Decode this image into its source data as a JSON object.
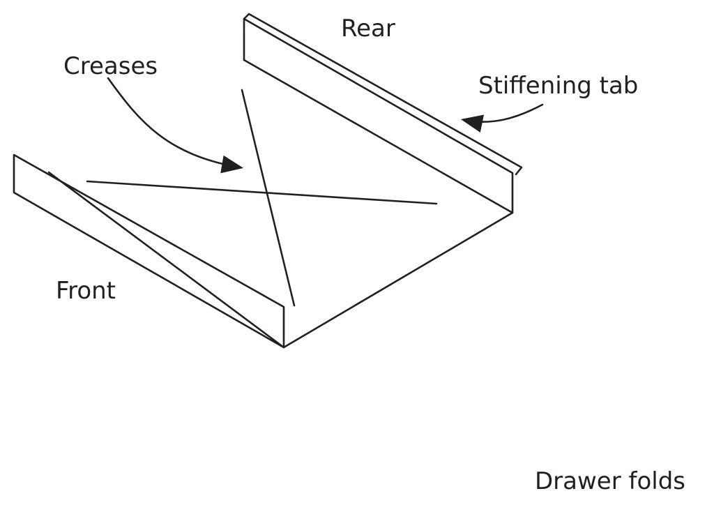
{
  "diagram": {
    "labels": {
      "rear": "Rear",
      "creases": "Creases",
      "stiffening_tab": "Stiffening tab",
      "front": "Front"
    },
    "caption": "Drawer folds",
    "colors": {
      "line": "#231f20",
      "background": "#ffffff"
    }
  }
}
